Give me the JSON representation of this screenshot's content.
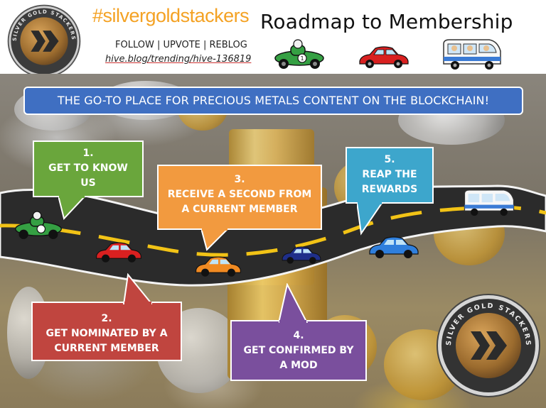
{
  "header": {
    "hashtag": "#silvergoldstackers",
    "follow_text": "FOLLOW | UPVOTE | REBLOG",
    "link_text": "hive.blog/trending/hive-136819",
    "title": "Roadmap to Membership"
  },
  "logo": {
    "ring_text": "SILVER GOLD STACKERS"
  },
  "banner": {
    "text": "THE GO-TO PLACE FOR PRECIOUS METALS CONTENT ON THE BLOCKCHAIN!"
  },
  "steps": [
    {
      "number": "1.",
      "line1": "GET TO KNOW",
      "line2": "US",
      "color": "#6aa63c"
    },
    {
      "number": "2.",
      "line1": "GET NOMINATED BY A",
      "line2": "CURRENT MEMBER",
      "color": "#c0453f"
    },
    {
      "number": "3.",
      "line1": "RECEIVE A SECOND FROM",
      "line2": "A CURRENT MEMBER",
      "color": "#f29a3f"
    },
    {
      "number": "4.",
      "line1": "GET CONFIRMED BY",
      "line2": "A MOD",
      "color": "#7a4f9d"
    },
    {
      "number": "5.",
      "line1": "REAP THE",
      "line2": "REWARDS",
      "color": "#3da6cc"
    }
  ],
  "colors": {
    "accent_orange": "#f4a224",
    "banner_blue": "#3f6fc2",
    "road": "#2a2a2a",
    "road_stripe": "#f2c316"
  },
  "icons": [
    "green-race-car-icon",
    "red-car-icon",
    "orange-car-icon",
    "navy-car-icon",
    "blue-car-icon",
    "camper-van-icon",
    "hive-logo-icon"
  ]
}
